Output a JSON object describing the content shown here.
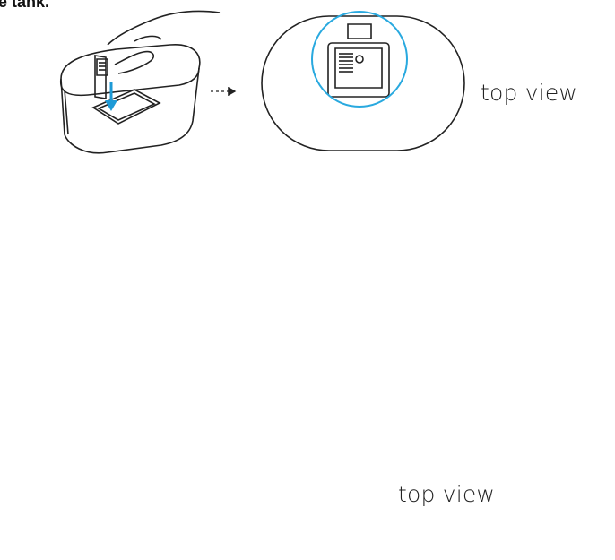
{
  "heading_fragment": "e tank.",
  "captions": {
    "top_view_1": "top view",
    "top_view_2": "top view"
  },
  "colors": {
    "highlight": "#29a9df",
    "arrow": "#1e9ad6",
    "line": "#222222"
  },
  "icons": [
    "hand-icon",
    "arrow-down-icon",
    "arrow-right-dashed-icon",
    "plug-icon",
    "curved-arrow-icon"
  ]
}
